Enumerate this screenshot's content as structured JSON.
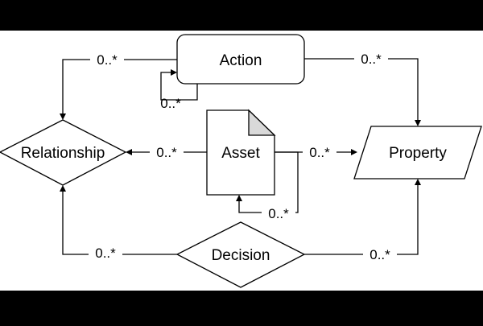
{
  "nodes": {
    "action": "Action",
    "relationship": "Relationship",
    "asset": "Asset",
    "property": "Property",
    "decision": "Decision"
  },
  "edges": {
    "action_to_relationship": "0..*",
    "action_self": "0..*",
    "action_to_property": "0..*",
    "asset_to_relationship": "0..*",
    "asset_to_property": "0..*",
    "asset_self": "0..*",
    "decision_to_relationship": "0..*",
    "decision_to_property": "0..*"
  },
  "colors": {
    "background": "#ffffff",
    "letterbox": "#000000",
    "stroke": "#000000"
  }
}
